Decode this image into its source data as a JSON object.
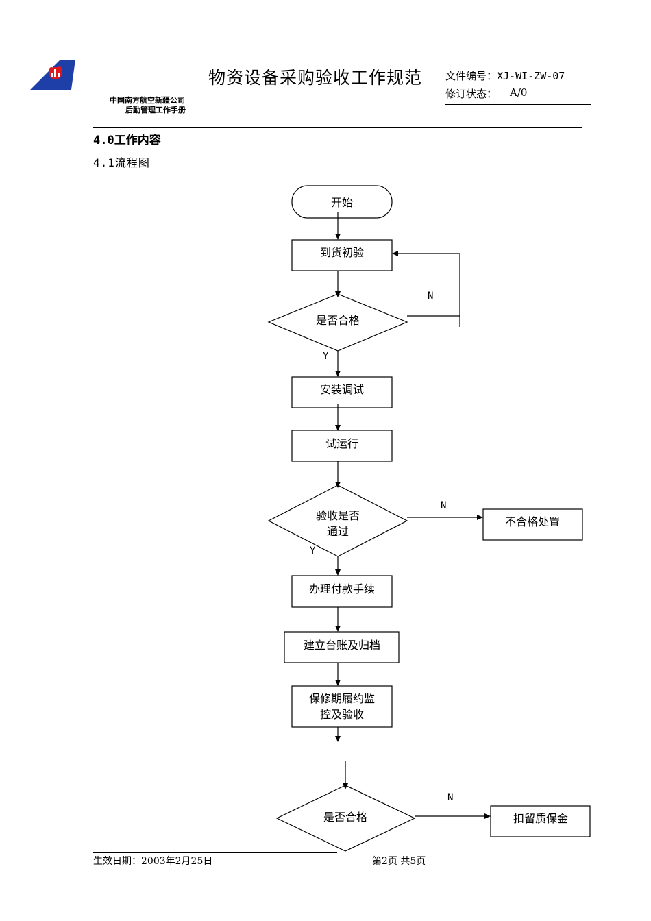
{
  "header": {
    "title": "物资设备采购验收工作规范",
    "company": "中国南方航空新疆公司",
    "handbook": "后勤管理工作手册",
    "doc_no_label": "文件编号：XJ-WI-ZW-07",
    "revision_label": "修订状态：",
    "revision_value": "A/0"
  },
  "body": {
    "section": "4.0工作内容",
    "subsection": "4.1流程图"
  },
  "flowchart": {
    "start": "开始",
    "step1": "到货初验",
    "decision1": "是否合格",
    "step2": "安装调试",
    "step3": "试运行",
    "decision2_line1": "验收是否",
    "decision2_line2": "通过",
    "reject2": "不合格处置",
    "step4": "办理付款手续",
    "step5": "建立台账及归档",
    "step6_line1": "保修期履约监",
    "step6_line2": "控及验收",
    "decision3": "是否合格",
    "reject3": "扣留质保金",
    "no_label": "N",
    "yes_label": "Y"
  },
  "footer": {
    "effective_date": "生效日期：2003年2月25日",
    "page": "第2页 共5页"
  },
  "colors": {
    "logo_blue": "#1f3fa8",
    "logo_red": "#e0181e"
  }
}
